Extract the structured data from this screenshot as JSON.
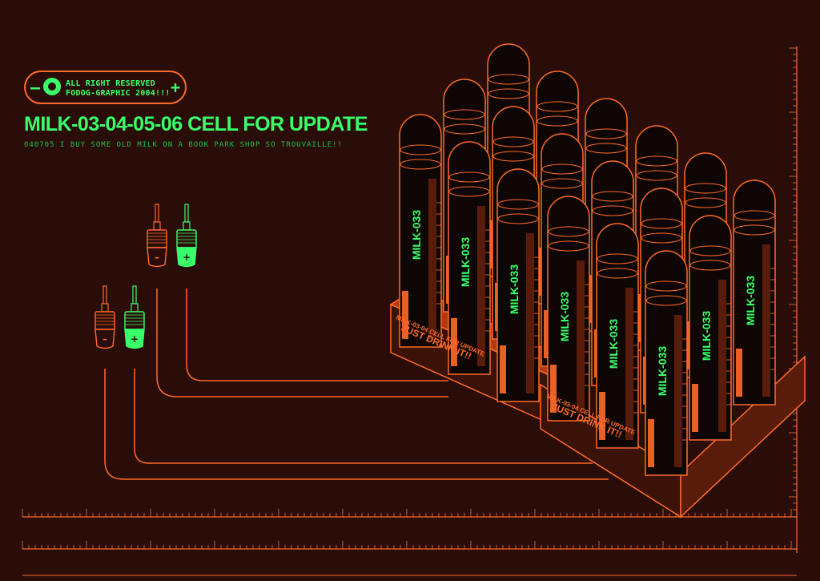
{
  "badge": {
    "minus_symbol": "–",
    "plus_symbol": "+",
    "line1": "ALL RIGHT RESERVED",
    "line2": "FODOG-GRAPHIC 2004!!!",
    "logo_icon": "fox-head-icon"
  },
  "title": "MILK-03-04-05-06 CELL FOR UPDATE",
  "subtitle": "040705 I BUY SOME OLD MILK ON A BOOK PARK SHOP SO TROUVAILLE!!",
  "tube_label": "MILK-033",
  "crate": {
    "line1": "MILK-03-04 CELL FOR UPDATE",
    "line2": "JUST DRINK IT!!"
  },
  "jack_signs": {
    "minus": "–",
    "plus": "+"
  },
  "colors": {
    "background": "#2a0d08",
    "orange": "#ff6a2a",
    "green": "#39ff6a"
  }
}
